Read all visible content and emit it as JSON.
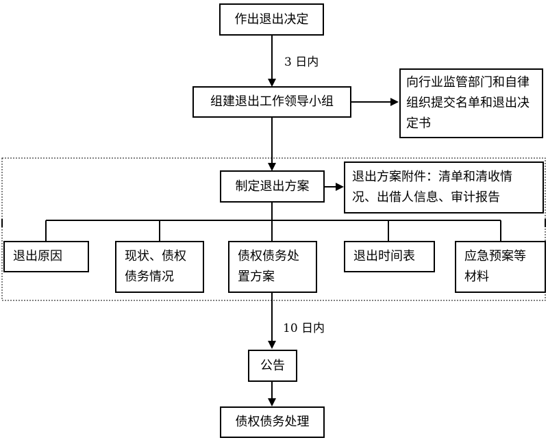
{
  "nodes": {
    "decision": "作出退出决定",
    "group": "组建退出工作领导小组",
    "report": "向行业监管部门和自律组织提交名单和退出决定书",
    "plan": "制定退出方案",
    "attachment": "退出方案附件：清单和清收情况、出借人信息、审计报告",
    "reason": "退出原因",
    "status": "现状、债权债务情况",
    "disposal": "债权债务处置方案",
    "timetable": "退出时间表",
    "emergency": "应急预案等材料",
    "notice": "公告",
    "handling": "债权债务处理"
  },
  "edges": {
    "days3": "3 日内",
    "days10": "10 日内"
  }
}
